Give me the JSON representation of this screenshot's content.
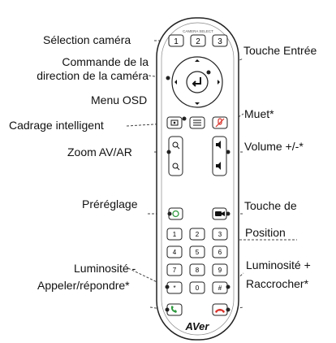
{
  "diagram": {
    "labels_left": {
      "camera_select": "Sélection caméra",
      "direction_line1": "Commande de la",
      "direction_line2": "direction de la caméra",
      "osd_menu": "Menu OSD",
      "smart_framing": "Cadrage intelligent",
      "zoom": "Zoom AV/AR",
      "preset": "Préréglage",
      "brightness_minus": "Luminosité -",
      "call_answer": "Appeler/répondre*"
    },
    "labels_right": {
      "enter_key": "Touche Entrée",
      "mute": "Muet*",
      "volume": "Volume +/-*",
      "key_of": "Touche de",
      "position": "Position",
      "brightness_plus": "Luminosité +",
      "hang_up": "Raccrocher*"
    }
  },
  "remote": {
    "camera_select_caption": "CAMERA SELECT",
    "camera_buttons": [
      "1",
      "2",
      "3"
    ],
    "keypad": [
      "1",
      "2",
      "3",
      "4",
      "5",
      "6",
      "7",
      "8",
      "9",
      "*",
      "0",
      "#"
    ],
    "brand": "AVer"
  },
  "colors": {
    "mute_icon": "#d9332b",
    "preset_icon": "#2e9a3e",
    "call_icon": "#2e9a3e",
    "hangup_icon": "#d9332b"
  },
  "icons": [
    "enter-icon",
    "arrow-up-icon",
    "arrow-down-icon",
    "arrow-left-icon",
    "arrow-right-icon",
    "smart-frame-icon",
    "menu-icon",
    "mic-muted-icon",
    "zoom-in-icon",
    "zoom-out-icon",
    "volume-up-icon",
    "volume-down-icon",
    "preset-icon",
    "camera-icon",
    "brightness-icon",
    "phone-icon",
    "hangup-icon"
  ]
}
